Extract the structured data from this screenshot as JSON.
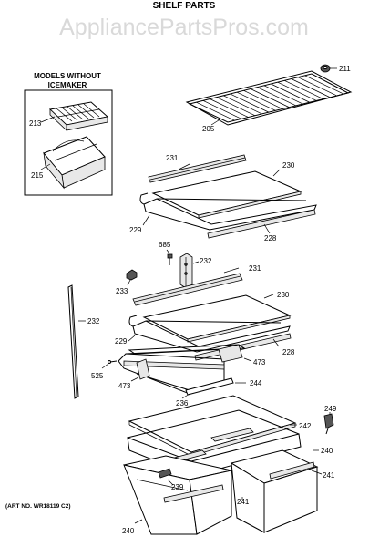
{
  "watermark": "AppliancePartsPros.com",
  "title": "SHELF PARTS",
  "inset": {
    "heading_line1": "MODELS WITHOUT",
    "heading_line2": "ICEMAKER"
  },
  "art_no": "(ART NO. WR18119 C2)",
  "labels": {
    "p211": "211",
    "p205": "205",
    "p213": "213",
    "p215": "215",
    "p231a": "231",
    "p230a": "230",
    "p229a": "229",
    "p228a": "228",
    "p685": "685",
    "p232a": "232",
    "p231b": "231",
    "p233": "233",
    "p232b": "232",
    "p230b": "230",
    "p229b": "229",
    "p228b": "228",
    "p473a": "473",
    "p525": "525",
    "p473b": "473",
    "p244": "244",
    "p236": "236",
    "p249": "249",
    "p242": "242",
    "p240a": "240",
    "p241a": "241",
    "p239": "239",
    "p241b": "241",
    "p240b": "240"
  }
}
